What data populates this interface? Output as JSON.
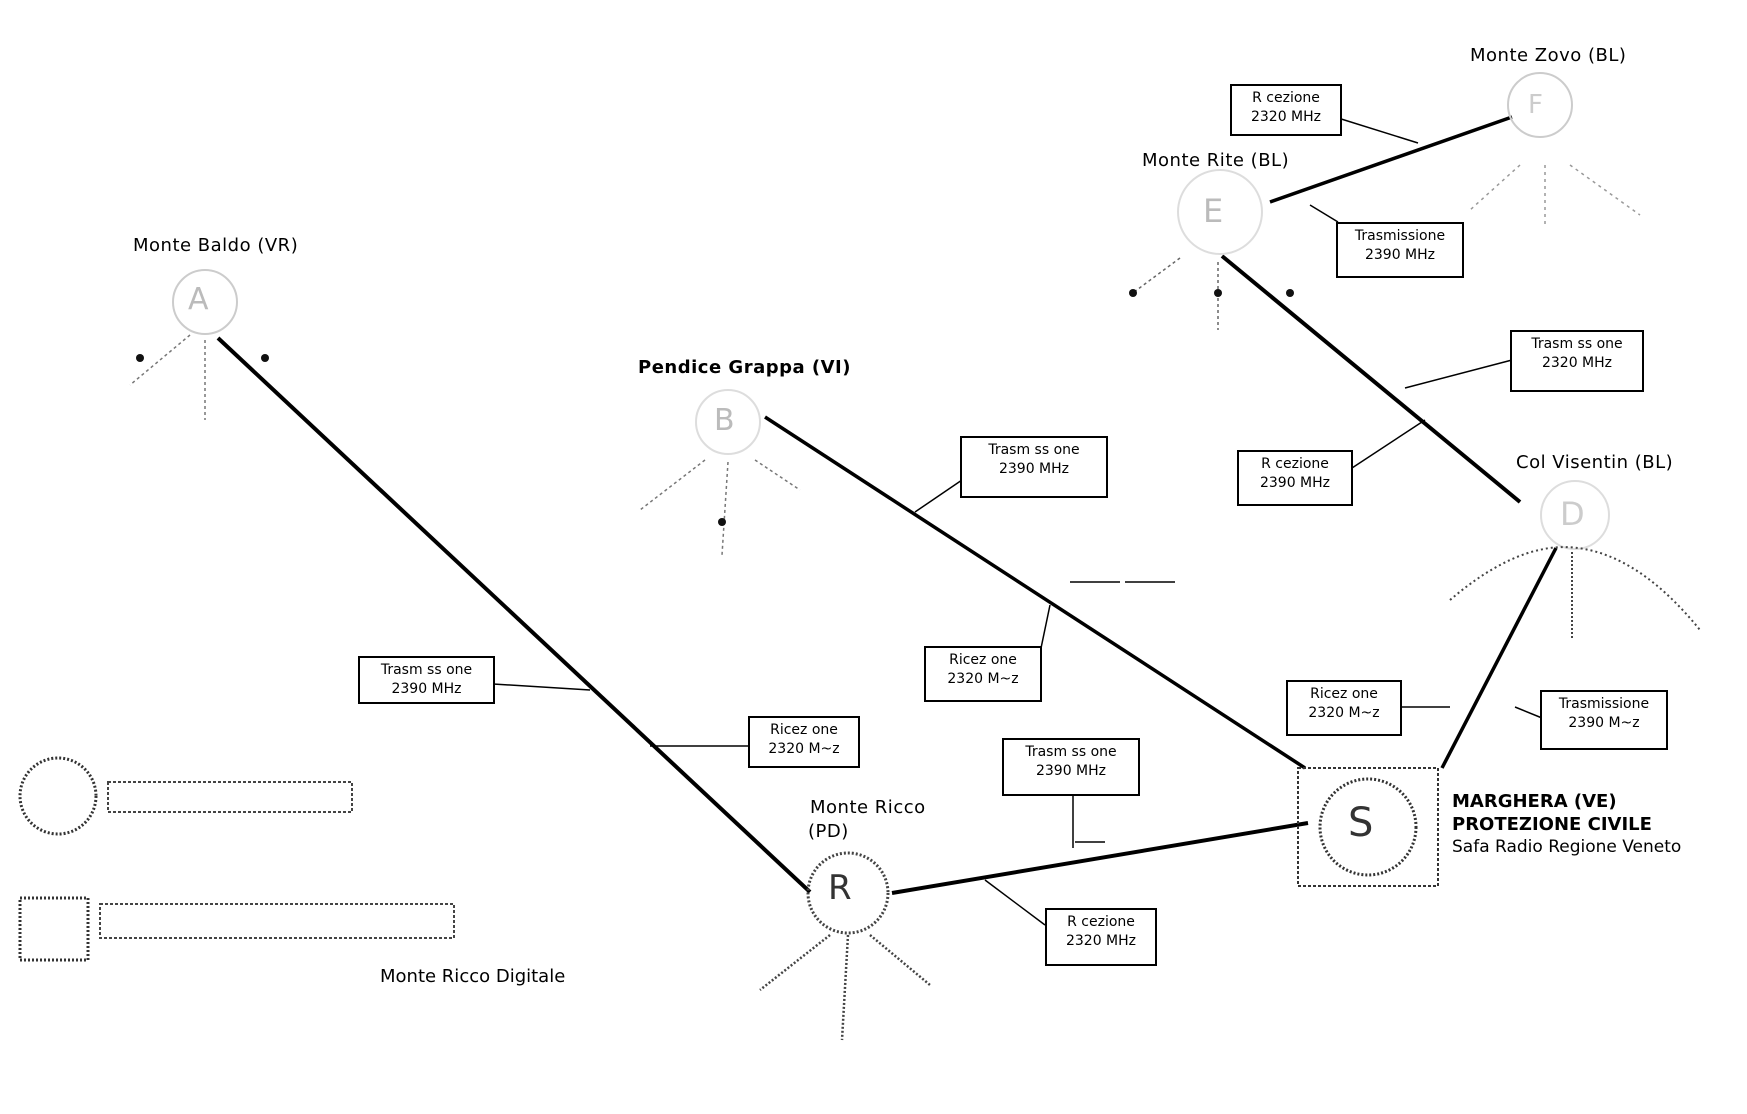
{
  "sites": {
    "zovo": "Monte Zovo (BL)",
    "rite": "Monte Rite (BL)",
    "baldo": "Monte Baldo (VR)",
    "grappa": "Pendice Grappa (VI)",
    "visentin": "Col Visentin (BL)",
    "ricco_line1": "Monte Ricco",
    "ricco_line2": "(PD)"
  },
  "node_letters": {
    "a": "A",
    "b": "B",
    "d": "D",
    "e": "E",
    "f": "F",
    "r": "R",
    "s": "S"
  },
  "boxes": {
    "b1": [
      "R cezione",
      "2320 MHz"
    ],
    "b2": [
      "Trasmissione",
      "2390 MHz"
    ],
    "b3": [
      "Trasm ss one",
      "2320 MHz"
    ],
    "b4": [
      "R cezione",
      "2390 MHz"
    ],
    "b5": [
      "Trasm ss one",
      "2390 MHz"
    ],
    "b6": [
      "Ricez one",
      "2320 M~z"
    ],
    "b7": [
      "Trasm ss one",
      "2390 MHz"
    ],
    "b8": [
      "Ricez one",
      "2320 M~z"
    ],
    "b9": [
      "Trasm ss one",
      "2390 MHz"
    ],
    "b10": [
      "Ricez one",
      "2320 M~z"
    ],
    "b11": [
      "Trasmissione",
      "2390 M~z"
    ],
    "b12": [
      "R cezione",
      "2320 MHz"
    ]
  },
  "marghera": {
    "line1": "MARGHERA (VE)",
    "line2": "PROTEZIONE CIVILE",
    "line3": "Safa Radio Regione Veneto"
  },
  "legend": {
    "digital_label": "Monte Ricco Digitale"
  },
  "colors": {
    "line": "#000000",
    "node_dots": "#333333"
  }
}
